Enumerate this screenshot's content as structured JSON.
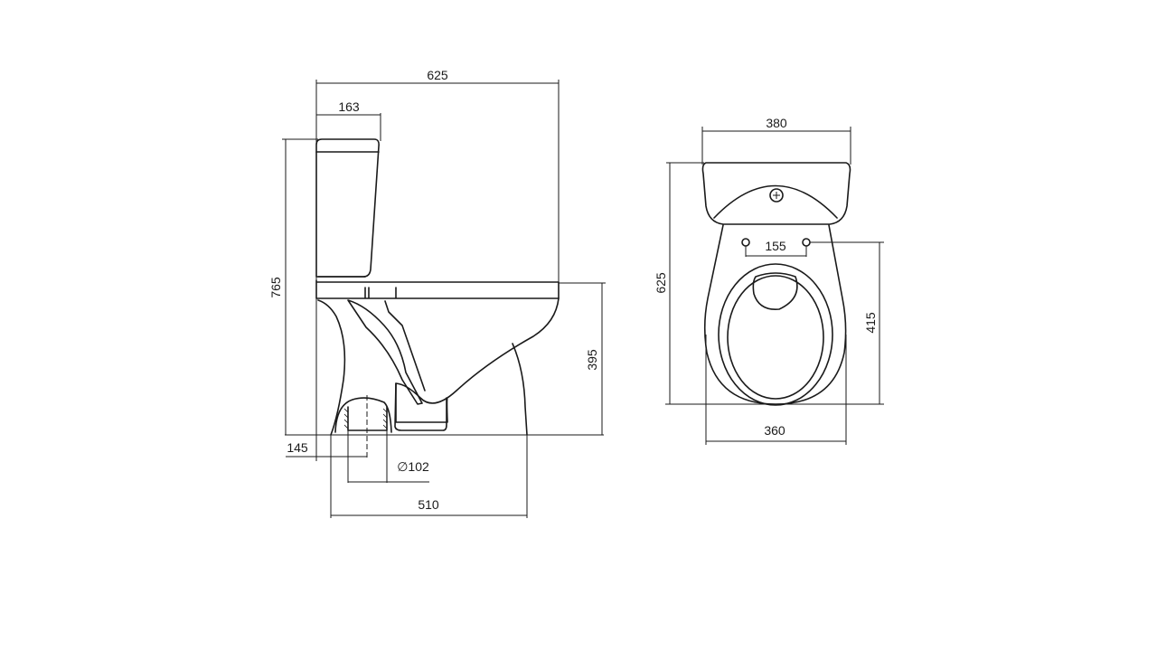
{
  "side_view": {
    "dimensions": {
      "overall_depth": "625",
      "tank_depth": "163",
      "overall_height": "765",
      "seat_height": "395",
      "outlet_offset": "145",
      "outlet_diameter": "∅102",
      "base_depth": "510"
    }
  },
  "top_view": {
    "dimensions": {
      "tank_width": "380",
      "overall_depth": "625",
      "seat_hole_spacing": "155",
      "hole_to_front": "415",
      "bowl_width": "360"
    }
  },
  "colors": {
    "line": "#1a1a1a",
    "background": "#ffffff"
  }
}
